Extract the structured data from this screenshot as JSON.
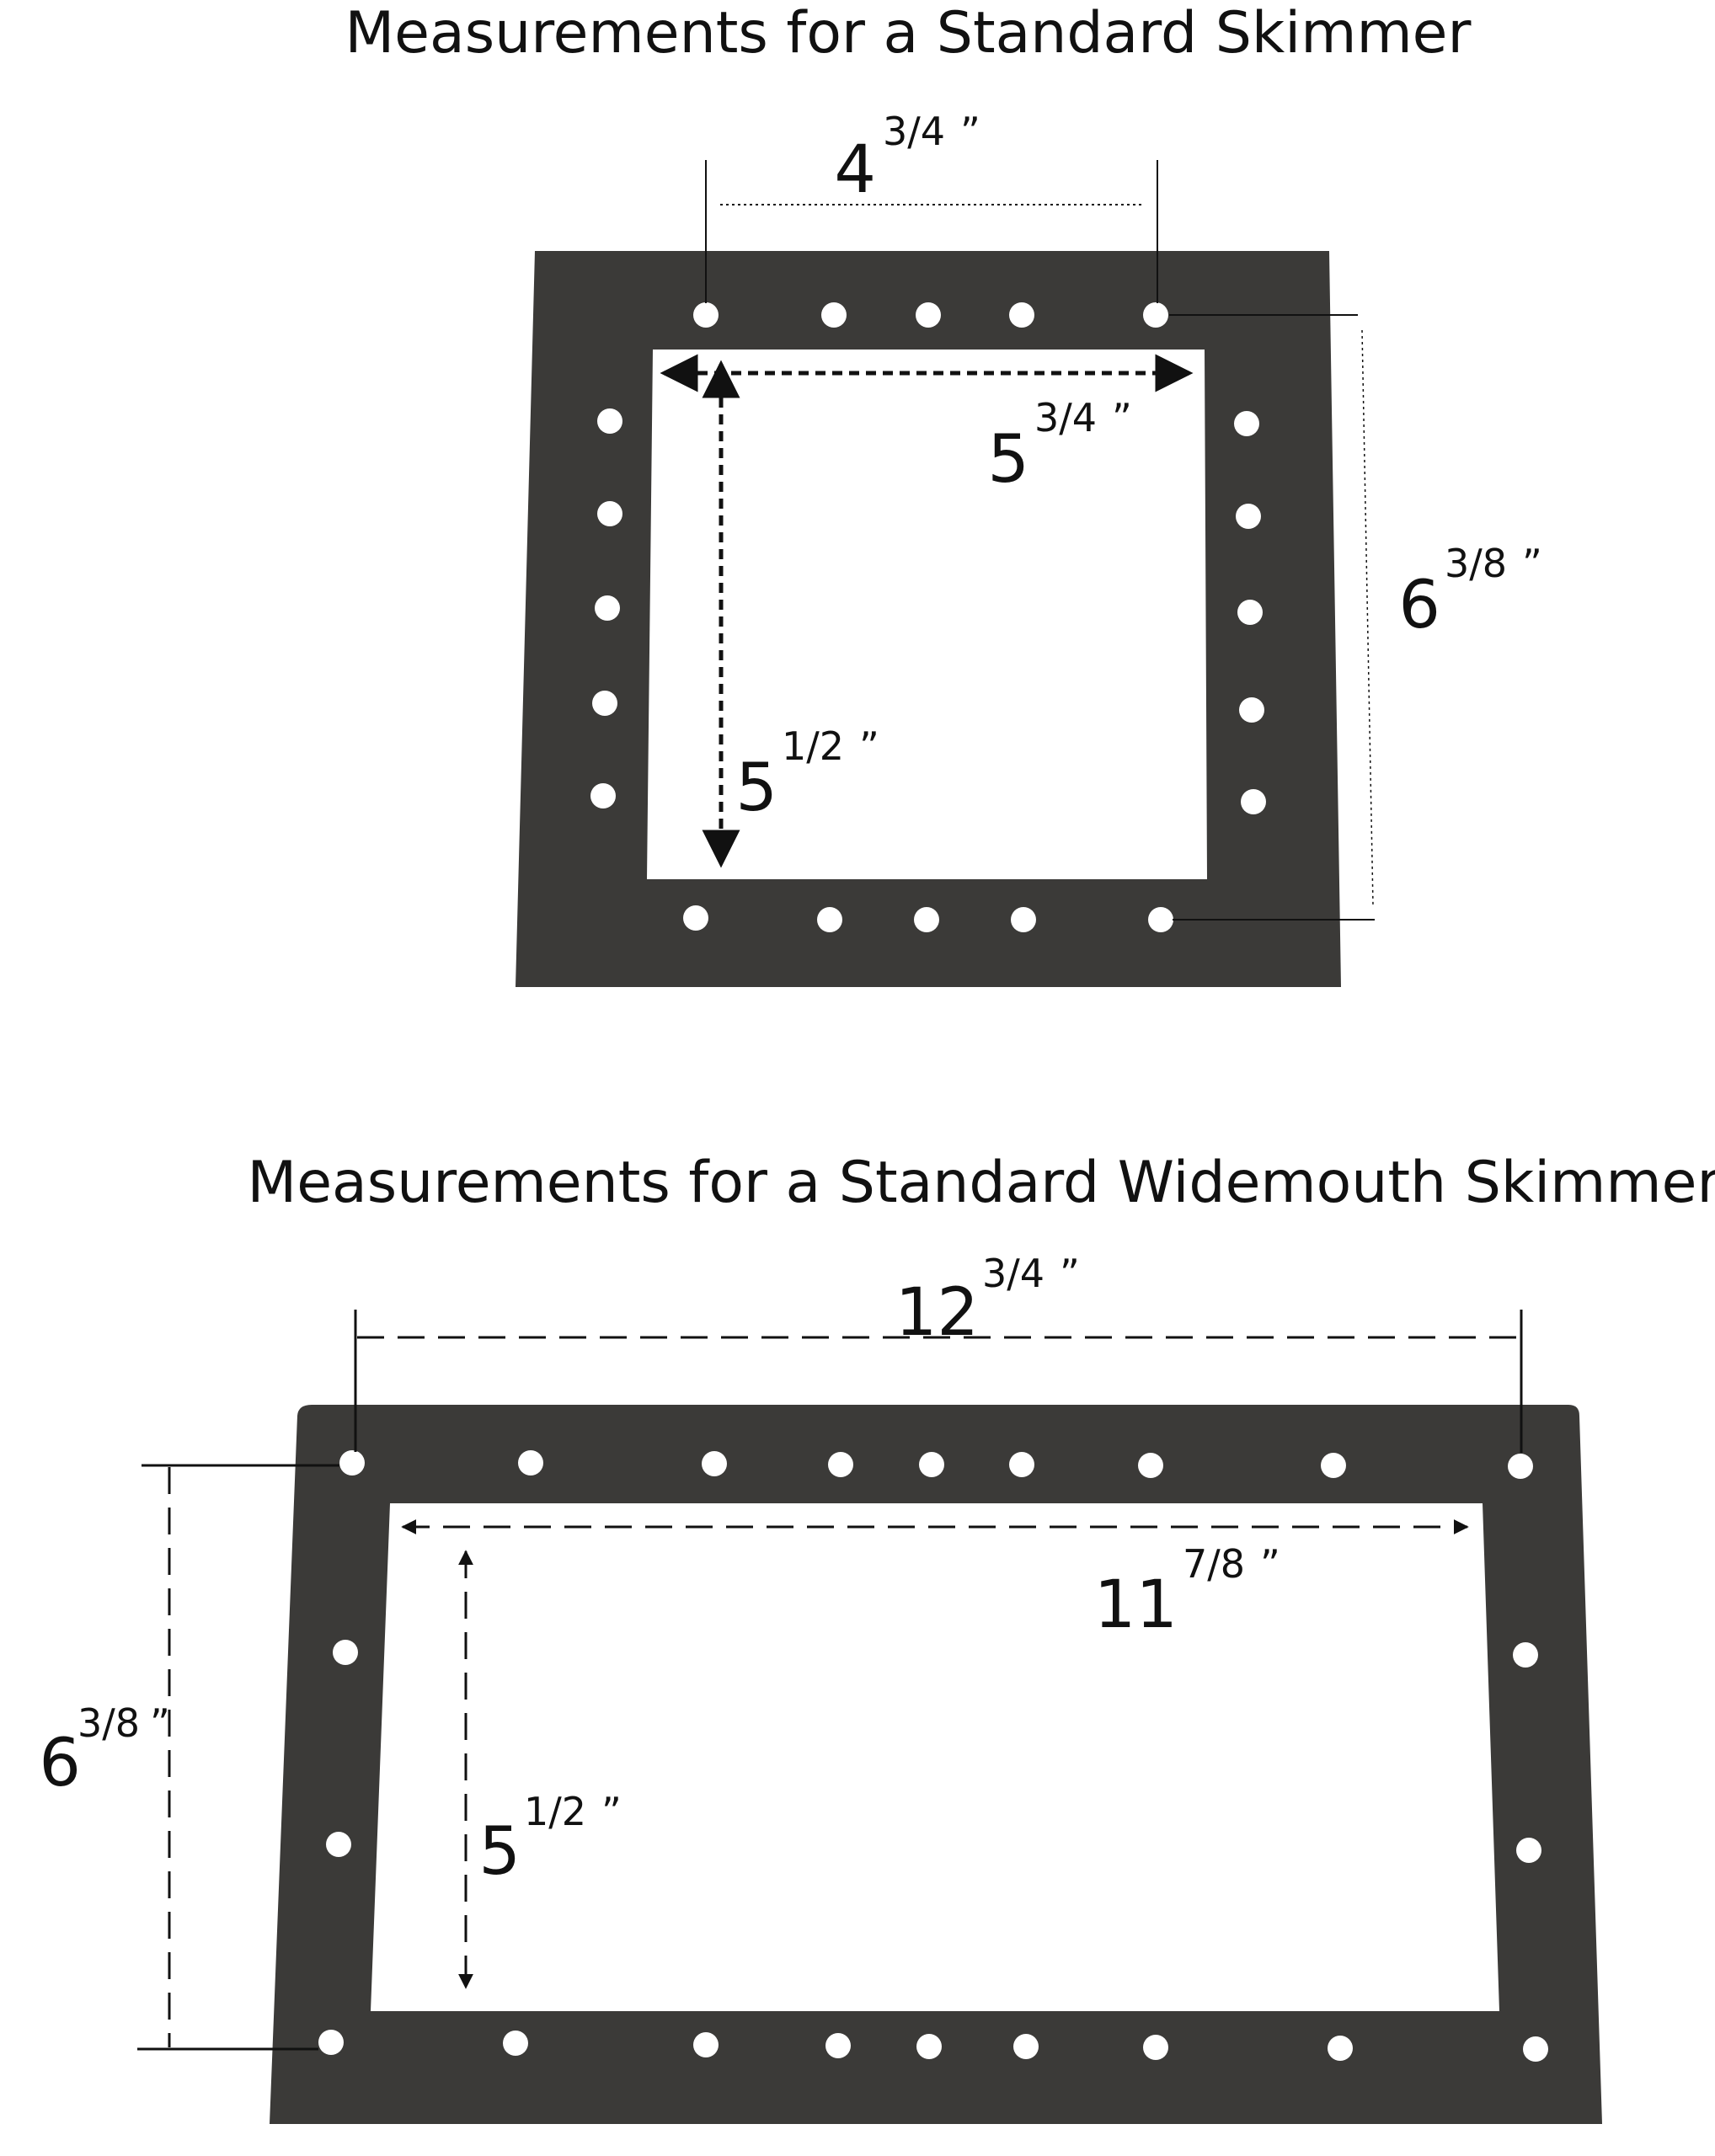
{
  "titles": {
    "standard": "Measurements for a Standard Skimmer",
    "widemouth": "Measurements for a Standard Widemouth Skimmer"
  },
  "standard": {
    "hole_spacing": {
      "whole": "4",
      "frac": "3/4",
      "mark": "”"
    },
    "opening_width": {
      "whole": "5",
      "frac": "3/4",
      "mark": "”"
    },
    "outer_height": {
      "whole": "6",
      "frac": "3/8",
      "mark": "”"
    },
    "opening_height": {
      "whole": "5",
      "frac": "1/2",
      "mark": "”"
    }
  },
  "widemouth": {
    "hole_spacing": {
      "whole": "12",
      "frac": "3/4",
      "mark": "”"
    },
    "opening_width": {
      "whole": "11",
      "frac": "7/8",
      "mark": "”"
    },
    "outer_height": {
      "whole": "6",
      "frac": "3/8",
      "mark": "”"
    },
    "opening_height": {
      "whole": "5",
      "frac": "1/2",
      "mark": "”"
    }
  },
  "colors": {
    "gasket": "#3b3a38",
    "hole": "#ffffff",
    "line": "#111111"
  }
}
